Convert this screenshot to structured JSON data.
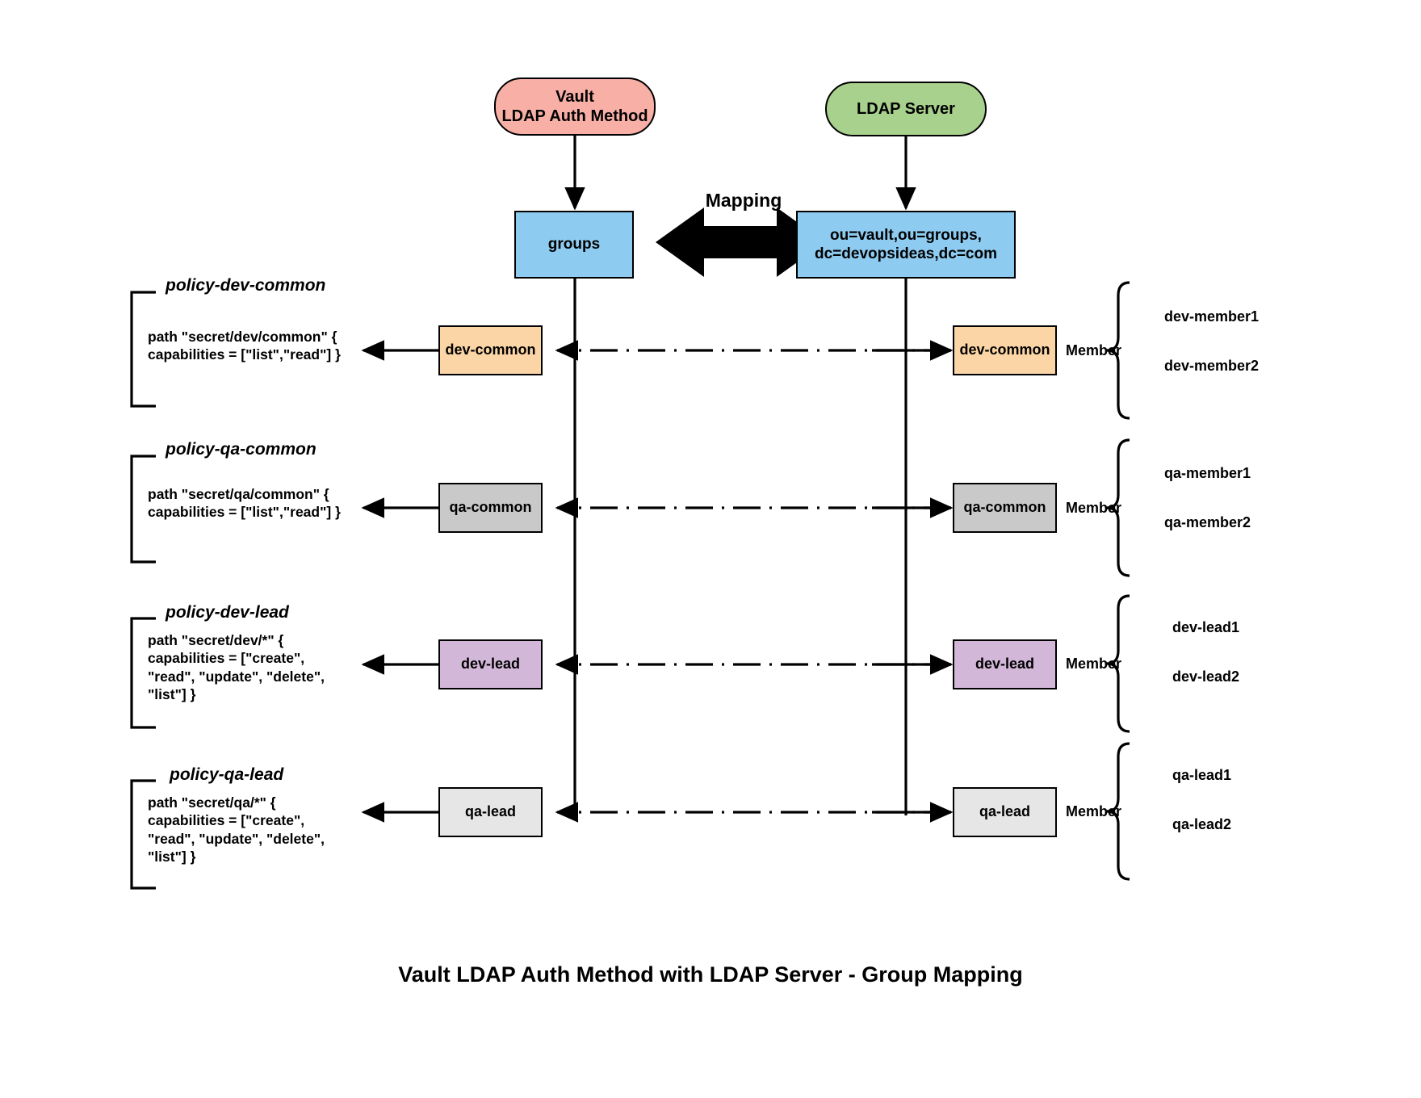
{
  "title": "Vault LDAP Auth Method with LDAP Server - Group Mapping",
  "sources": {
    "vault": {
      "label": "Vault\nLDAP Auth Method",
      "color": "#f8afa6"
    },
    "ldap": {
      "label": "LDAP Server",
      "color": "#a9d18e"
    }
  },
  "containers": {
    "vault_groups": {
      "label": "groups",
      "color": "#8ecbf0"
    },
    "ldap_dn": {
      "label": "ou=vault,ou=groups,\ndc=devopsideas,dc=com",
      "color": "#8ecbf0"
    }
  },
  "mapping": {
    "label": "Mapping"
  },
  "member_label": "Member",
  "rows": [
    {
      "policy_title": "policy-dev-common",
      "policy_code": "path \"secret/dev/common\" {\ncapabilities = [\"list\",\"read\"] }",
      "vault_group": "dev-common",
      "ldap_group": "dev-common",
      "color": "#fbd5a5",
      "members": [
        "dev-member1",
        "dev-member2"
      ]
    },
    {
      "policy_title": "policy-qa-common",
      "policy_code": "path \"secret/qa/common\" {\ncapabilities = [\"list\",\"read\"] }",
      "vault_group": "qa-common",
      "ldap_group": "qa-common",
      "color": "#c9c9c9",
      "members": [
        "qa-member1",
        "qa-member2"
      ]
    },
    {
      "policy_title": "policy-dev-lead",
      "policy_code": "path \"secret/dev/*\" {\ncapabilities = [\"create\",\n\"read\", \"update\", \"delete\",\n\"list\"] }",
      "vault_group": "dev-lead",
      "ldap_group": "dev-lead",
      "color": "#d3b7d8",
      "members": [
        "dev-lead1",
        "dev-lead2"
      ]
    },
    {
      "policy_title": "policy-qa-lead",
      "policy_code": "path \"secret/qa/*\" {\ncapabilities = [\"create\",\n\"read\", \"update\", \"delete\",\n\"list\"] }",
      "vault_group": "qa-lead",
      "ldap_group": "qa-lead",
      "color": "#e6e6e6",
      "members": [
        "qa-lead1",
        "qa-lead2"
      ]
    }
  ],
  "colors": {
    "stroke": "#000000",
    "background": "#ffffff",
    "vault_pill": "#f8afa6",
    "ldap_pill": "#a9d18e",
    "container": "#8ecbf0"
  }
}
